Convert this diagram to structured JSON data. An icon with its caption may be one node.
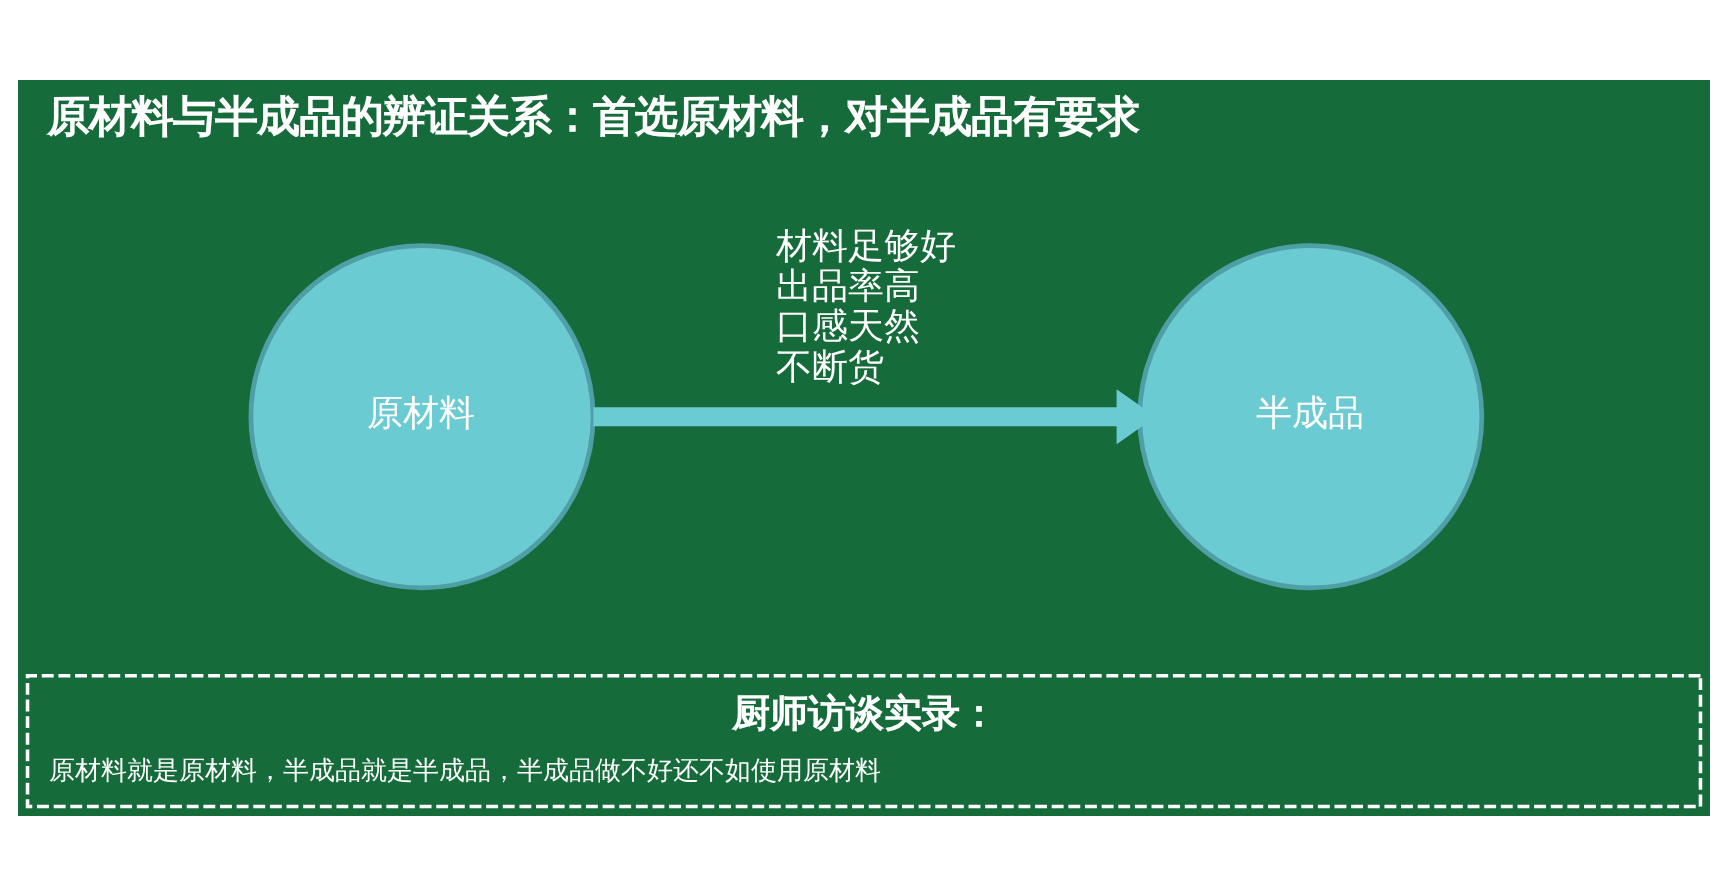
{
  "diagram": {
    "title": "原材料与半成品的辨证关系：首选原材料，对半成品有要求",
    "nodes": [
      {
        "text": [
          "原材料"
        ]
      },
      {
        "text": [
          "半成品"
        ]
      },
      {
        "text": [
          "厨师访谈实录：",
          "原材料就是原材料，半成品就是半成品，半成品做不好还不如使用原材料"
        ]
      }
    ],
    "edges": [
      {
        "from": 0,
        "to": 1,
        "arrow": "to",
        "label": [
          "材料足够好",
          "出品率高",
          "口感天然",
          "不断货"
        ]
      }
    ]
  }
}
